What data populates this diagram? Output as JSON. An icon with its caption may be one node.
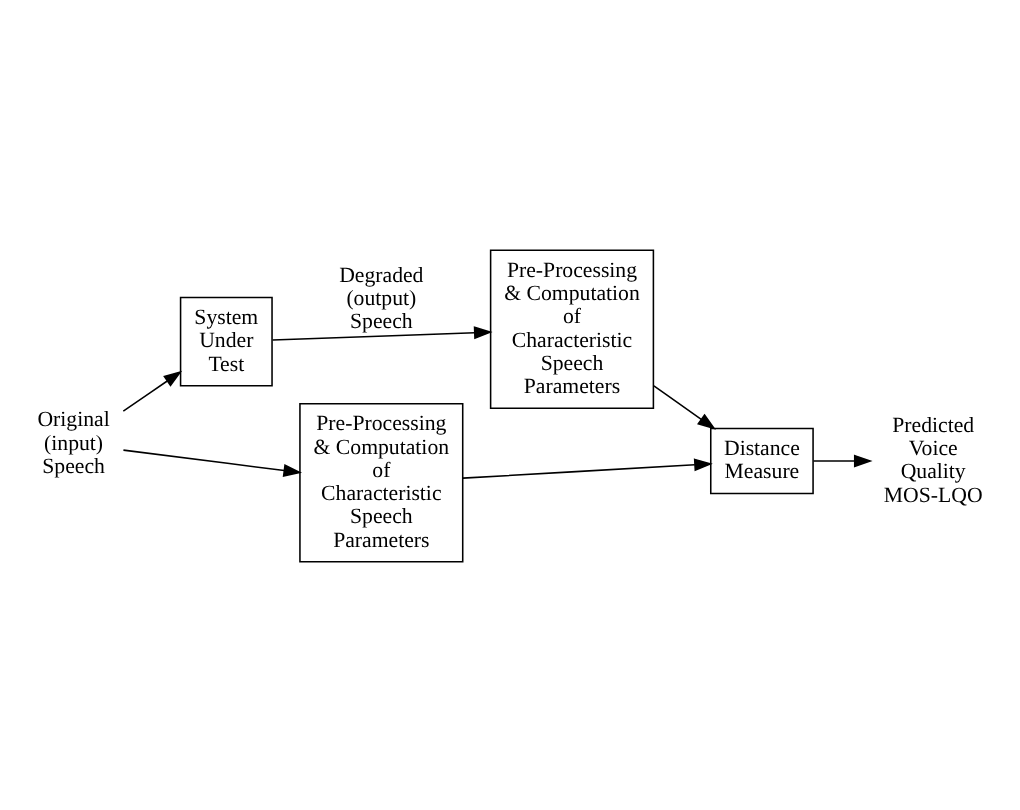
{
  "diagram": {
    "nodes": [
      {
        "text": [
          "Original (input) Speech"
        ]
      },
      {
        "text": [
          "System Under Test"
        ]
      },
      {
        "text": [
          "Pre-Processing & Computation of Characteristic Speech Parameters"
        ]
      },
      {
        "text": [
          "Pre-Processing & Computation of Characteristic Speech Parameters"
        ]
      },
      {
        "text": [
          "Distance Measure"
        ]
      },
      {
        "text": [
          "Predicted Voice Quality MOS-LQO"
        ]
      }
    ],
    "edges": [
      {
        "from": 0,
        "to": 2,
        "arrow": "to"
      },
      {
        "from": 0,
        "to": 1,
        "arrow": "to"
      },
      {
        "from": 1,
        "to": 3,
        "arrow": "to",
        "label": "Degraded (output) Speech"
      },
      {
        "from": 2,
        "to": 4,
        "arrow": "to"
      },
      {
        "from": 3,
        "to": 4,
        "arrow": "to"
      },
      {
        "from": 4,
        "to": 5,
        "arrow": "to"
      }
    ]
  }
}
